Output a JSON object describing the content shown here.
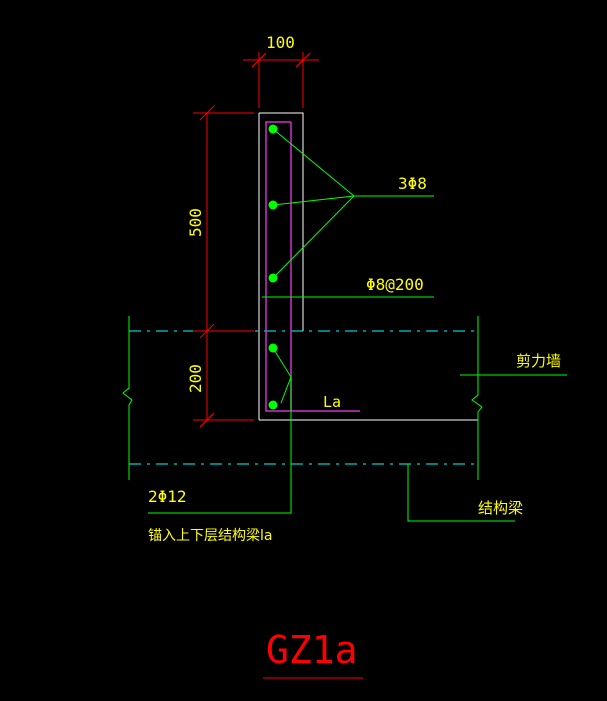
{
  "dimensions": {
    "width": "100",
    "height_upper": "500",
    "height_lower": "200"
  },
  "labels": {
    "rebar_longitudinal": "3Φ8",
    "stirrup": "Φ8@200",
    "anchorage": "La",
    "shear_wall": "剪力墙",
    "lower_rebar": "2Φ12",
    "anchor_note": "锚入上下层结构梁la",
    "structural_beam": "结构梁",
    "title": "GZ1a"
  },
  "colors": {
    "background": "#000000",
    "outline": "#ffffff",
    "dimension_line": "#ff0000",
    "dimension_text": "#ffff00",
    "rebar_dot": "#00ff00",
    "leader_line": "#00ff00",
    "stirrup_line": "#cc33cc",
    "wall_line": "#00ffff",
    "title_text": "#ff0000"
  }
}
